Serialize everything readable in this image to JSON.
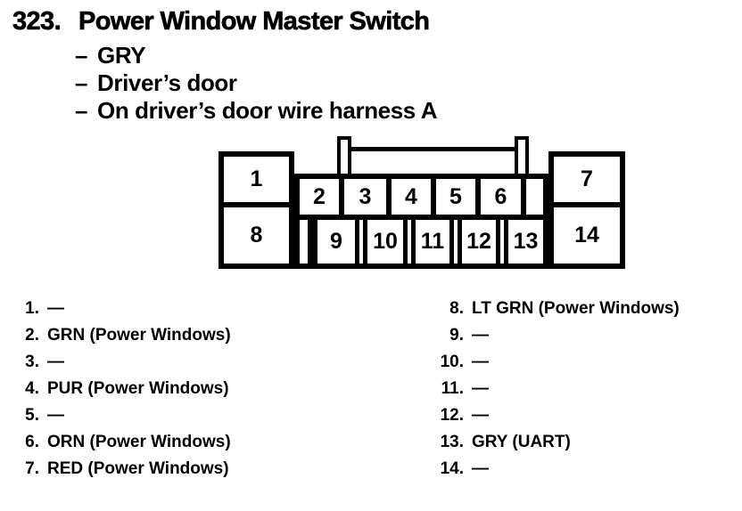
{
  "header": {
    "number": "323.",
    "title": "Power Window Master Switch",
    "bullet": "–",
    "details": [
      "GRY",
      "Driver’s door",
      "On driver’s door wire harness A"
    ]
  },
  "connector": {
    "pins": [
      "1",
      "2",
      "3",
      "4",
      "5",
      "6",
      "7",
      "8",
      "9",
      "10",
      "11",
      "12",
      "13",
      "14"
    ]
  },
  "pin_list": {
    "left": [
      {
        "n": "1.",
        "label": "—"
      },
      {
        "n": "2.",
        "label": "GRN (Power Windows)"
      },
      {
        "n": "3.",
        "label": "—"
      },
      {
        "n": "4.",
        "label": "PUR (Power Windows)"
      },
      {
        "n": "5.",
        "label": "—"
      },
      {
        "n": "6.",
        "label": "ORN (Power Windows)"
      },
      {
        "n": "7.",
        "label": "RED (Power Windows)"
      }
    ],
    "right": [
      {
        "n": "8.",
        "label": "LT GRN (Power Windows)"
      },
      {
        "n": "9.",
        "label": "—"
      },
      {
        "n": "10.",
        "label": "—"
      },
      {
        "n": "11.",
        "label": "—"
      },
      {
        "n": "12.",
        "label": "—"
      },
      {
        "n": "13.",
        "label": "GRY (UART)"
      },
      {
        "n": "14.",
        "label": "—"
      }
    ]
  },
  "colors": {
    "ink": "#000000",
    "paper": "#ffffff"
  }
}
